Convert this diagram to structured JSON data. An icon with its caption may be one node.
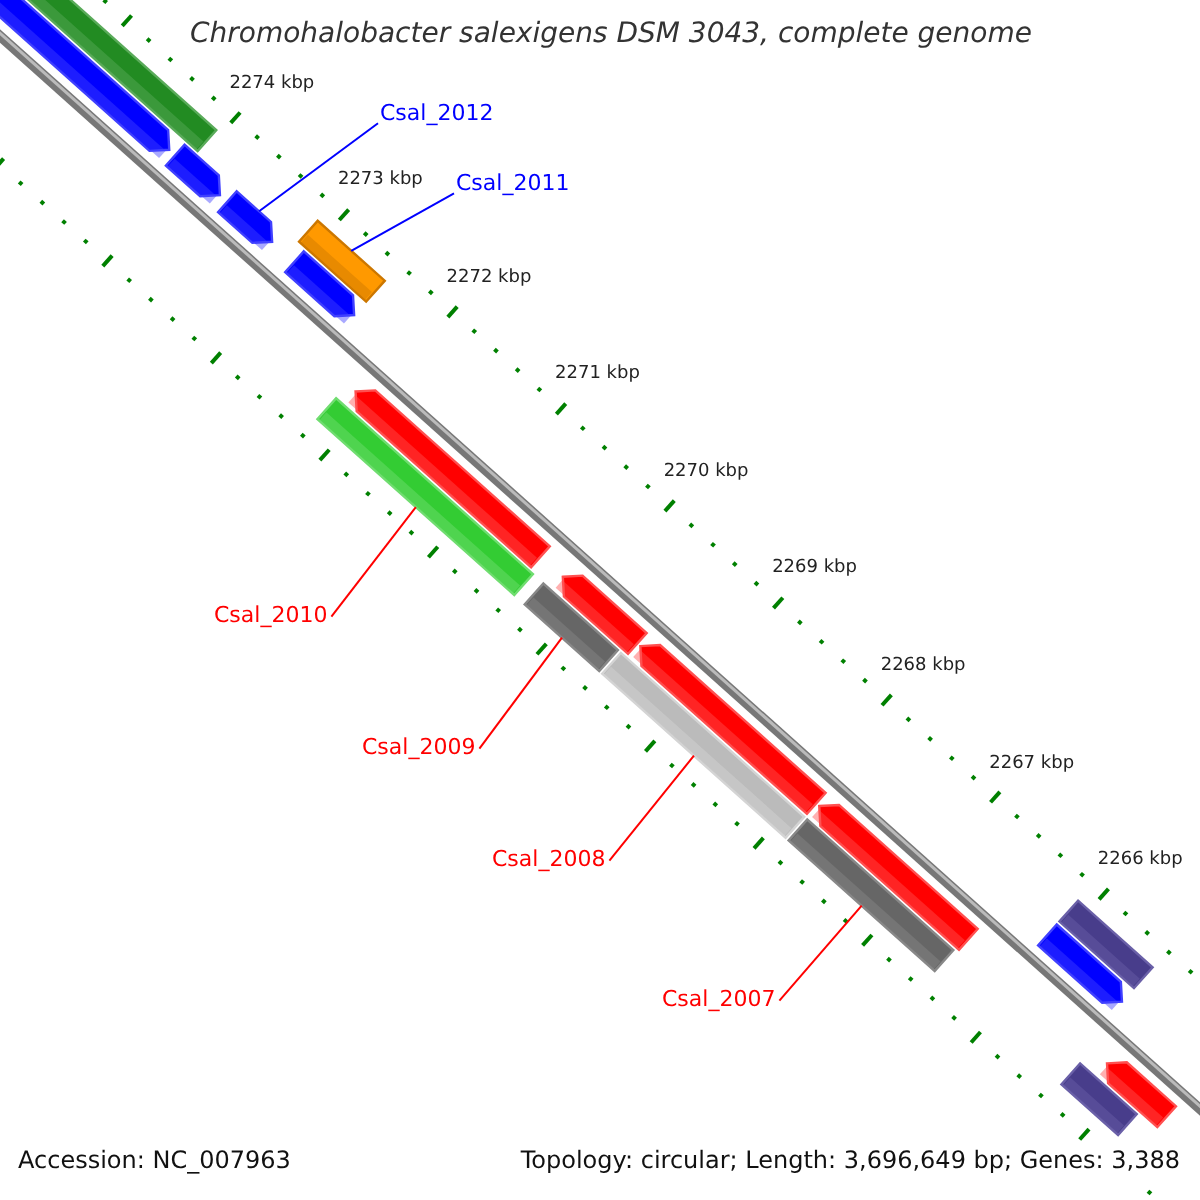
{
  "diagram": {
    "title": "Chromohalobacter salexigens DSM 3043, complete genome",
    "nodes": [
      {
        "text": [
          "Csal_2012"
        ]
      },
      {
        "text": [
          "Csal_2011"
        ]
      },
      {
        "text": [
          "Csal_2010"
        ]
      },
      {
        "text": [
          "Csal_2009"
        ]
      },
      {
        "text": [
          "Csal_2008"
        ]
      },
      {
        "text": [
          "Csal_2007"
        ]
      },
      {
        "text": [],
        "shape": "bar"
      },
      {
        "text": [],
        "shape": "bar"
      },
      {
        "text": [],
        "shape": "bar"
      },
      {
        "text": [],
        "shape": "bar"
      },
      {
        "text": [],
        "shape": "bar"
      },
      {
        "text": [],
        "shape": "bar"
      },
      {
        "text": [],
        "shape": "bar"
      },
      {
        "text": [],
        "shape": "bar"
      },
      {
        "text": [],
        "shape": "bar"
      },
      {
        "text": [],
        "shape": "bar"
      },
      {
        "text": [],
        "shape": "bar"
      },
      {
        "text": [],
        "shape": "bar"
      },
      {
        "text": [],
        "shape": "bar"
      },
      {
        "text": [],
        "shape": "bar"
      },
      {
        "text": [],
        "shape": "bar"
      },
      {
        "text": [],
        "shape": "bar"
      },
      {
        "text": [],
        "shape": "bar"
      },
      {
        "text": [],
        "shape": "bar"
      }
    ],
    "edges": [
      {
        "from": 0,
        "to": 9,
        "arrow": "none",
        "color": "#0000ff"
      },
      {
        "from": 1,
        "to": 10,
        "arrow": "none",
        "color": "#0000ff"
      },
      {
        "from": 2,
        "to": 12,
        "arrow": "none"
      },
      {
        "from": 3,
        "to": 14,
        "arrow": "none"
      },
      {
        "from": 4,
        "to": 16,
        "arrow": "none"
      },
      {
        "from": 5,
        "to": 18,
        "arrow": "none"
      }
    ],
    "labels": [
      "2274 kbp",
      "2273 kbp",
      "2272 kbp",
      "2271 kbp",
      "2270 kbp",
      "2269 kbp",
      "2268 kbp",
      "2267 kbp",
      "2266 kbp",
      "Accession: NC_007963",
      "Topology: circular; Length: 3,696,649 bp; Genes: 3,388"
    ]
  }
}
